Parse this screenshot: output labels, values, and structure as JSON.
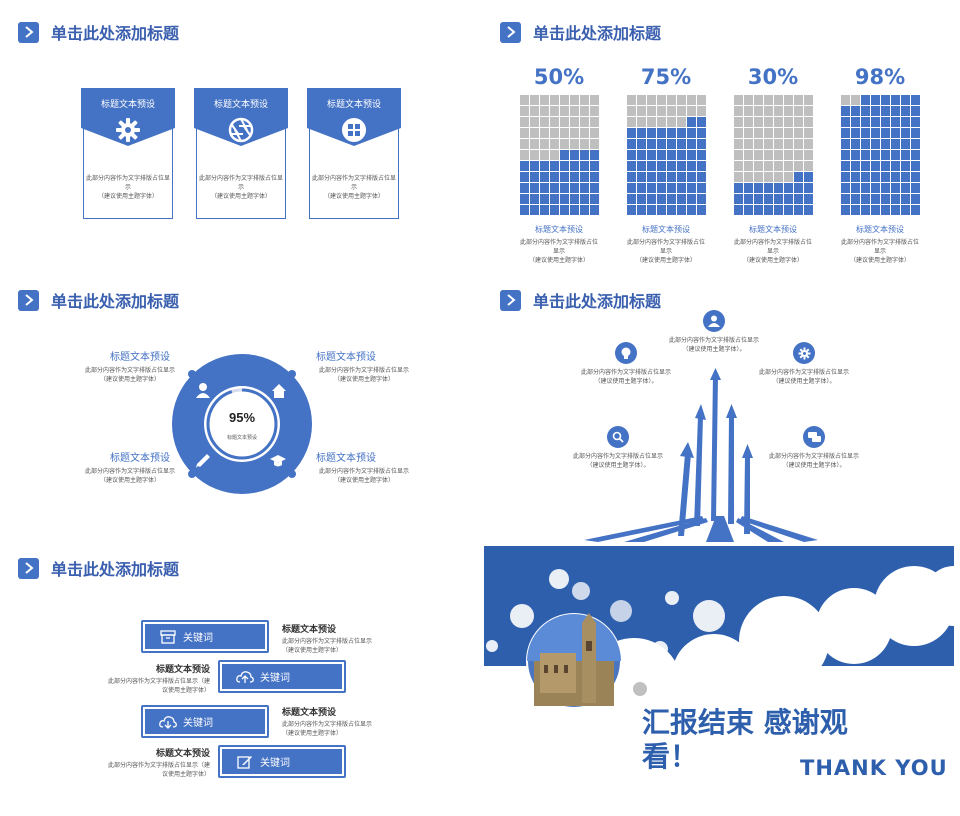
{
  "colors": {
    "accent": "#4472c4",
    "accent_dark": "#2e5fad",
    "grid_off": "#bfbfbf"
  },
  "slide1": {
    "title": "单击此处添加标题",
    "cards": [
      {
        "title": "标题文本预设",
        "icon": "gear-icon",
        "desc1": "此部分内容作为文字排版占位显示",
        "desc2": "（建议使用主题字体）"
      },
      {
        "title": "标题文本预设",
        "icon": "aperture-icon",
        "desc1": "此部分内容作为文字排版占位显示",
        "desc2": "（建议使用主题字体）"
      },
      {
        "title": "标题文本预设",
        "icon": "windows-icon",
        "desc1": "此部分内容作为文字排版占位显示",
        "desc2": "（建议使用主题字体）"
      }
    ]
  },
  "slide2": {
    "title": "单击此处添加标题",
    "columns": [
      {
        "pct_label": "50%",
        "filled_fraction": 0.5,
        "label": "标题文本预设",
        "desc1": "此部分内容作为文字排版占位显示",
        "desc2": "（建议使用主题字体）"
      },
      {
        "pct_label": "75%",
        "filled_fraction": 0.75,
        "label": "标题文本预设",
        "desc1": "此部分内容作为文字排版占位显示",
        "desc2": "（建议使用主题字体）"
      },
      {
        "pct_label": "30%",
        "filled_fraction": 0.3,
        "label": "标题文本预设",
        "desc1": "此部分内容作为文字排版占位显示",
        "desc2": "（建议使用主题字体）"
      },
      {
        "pct_label": "98%",
        "filled_fraction": 0.98,
        "label": "标题文本预设",
        "desc1": "此部分内容作为文字排版占位显示",
        "desc2": "（建议使用主题字体）"
      }
    ]
  },
  "slide3": {
    "title": "单击此处添加标题",
    "center_value": "95%",
    "center_fraction": 0.95,
    "center_label": "标题文本预设",
    "items": [
      {
        "label": "标题文本预设",
        "desc1": "此部分内容作为文字排版占位显示",
        "desc2": "（建议使用主题字体）",
        "icon": "user-icon"
      },
      {
        "label": "标题文本预设",
        "desc1": "此部分内容作为文字排版占位显示",
        "desc2": "（建议使用主题字体）",
        "icon": "home-icon"
      },
      {
        "label": "标题文本预设",
        "desc1": "此部分内容作为文字排版占位显示",
        "desc2": "（建议使用主题字体）",
        "icon": "pencil-icon"
      },
      {
        "label": "标题文本预设",
        "desc1": "此部分内容作为文字排版占位显示",
        "desc2": "（建议使用主题字体）",
        "icon": "graduation-cap-icon"
      }
    ]
  },
  "slide4": {
    "title": "单击此处添加标题",
    "nodes": [
      {
        "icon": "user-icon",
        "desc1": "此部分内容作为文字排版占位显示",
        "desc2": "（建议使用主题字体）。"
      },
      {
        "icon": "lightbulb-icon",
        "desc1": "此部分内容作为文字排版占位显示",
        "desc2": "（建议使用主题字体）。"
      },
      {
        "icon": "gear-icon",
        "desc1": "此部分内容作为文字排版占位显示",
        "desc2": "（建议使用主题字体）。"
      },
      {
        "icon": "search-icon",
        "desc1": "此部分内容作为文字排版占位显示",
        "desc2": "（建议使用主题字体）。"
      },
      {
        "icon": "chat-icon",
        "desc1": "此部分内容作为文字排版占位显示",
        "desc2": "（建议使用主题字体）。"
      }
    ]
  },
  "slide5": {
    "title": "单击此处添加标题",
    "rows": [
      {
        "keyword": "关键词",
        "icon": "archive-icon",
        "title": "标题文本预设",
        "desc": "此部分内容作为文字排版占位显示（建议使用主题字体）"
      },
      {
        "keyword": "关键词",
        "icon": "cloud-upload-icon",
        "title": "标题文本预设",
        "desc": "此部分内容作为文字排版占位显示（建议使用主题字体）"
      },
      {
        "keyword": "关键词",
        "icon": "cloud-download-icon",
        "title": "标题文本预设",
        "desc": "此部分内容作为文字排版占位显示（建议使用主题字体）"
      },
      {
        "keyword": "关键词",
        "icon": "edit-icon",
        "title": "标题文本预设",
        "desc": "此部分内容作为文字排版占位显示（建议使用主题字体）"
      }
    ]
  },
  "slide6": {
    "main": "汇报结束 感谢观看！",
    "sub": "THANK YOU"
  }
}
